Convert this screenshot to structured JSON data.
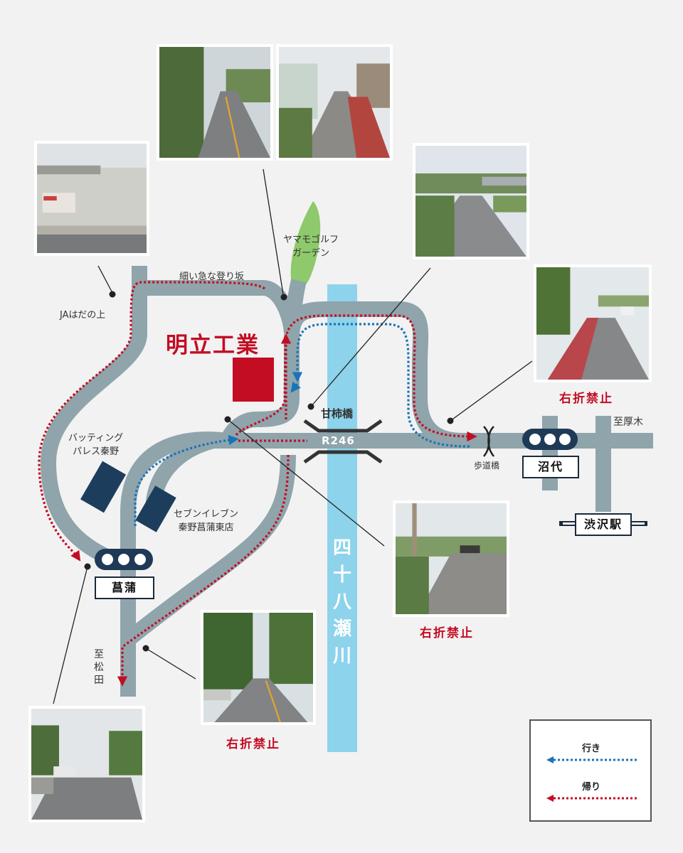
{
  "company": "明立工業",
  "road_r246": "R246",
  "bridge_amagaki": "甘柿橋",
  "river": [
    "四",
    "十",
    "八",
    "瀬",
    "川"
  ],
  "bridge_pedestrian": "歩道橋",
  "to_atsugi": "至厚木",
  "to_matsuda": [
    "至",
    "松",
    "田"
  ],
  "ja": "JAはだの上",
  "slope": "細い急な登り坂",
  "golf": [
    "ヤマモゴルフ",
    "ガーデン"
  ],
  "batting": [
    "バッティング",
    "パレス秦野"
  ],
  "seven": [
    "セブンイレブン",
    "秦野菖蒲東店"
  ],
  "signal_shobu": "菖蒲",
  "signal_numashiro": "沼代",
  "station": "渋沢駅",
  "no_right_turn": "右折禁止",
  "legend": {
    "go": "行き",
    "return": "帰り"
  },
  "colors": {
    "road": "#8fa4ab",
    "river": "#8dd3eb",
    "go": "#1a73b8",
    "return": "#c30d23",
    "signal": "#1f3a57",
    "building": "#1d3d5c"
  }
}
